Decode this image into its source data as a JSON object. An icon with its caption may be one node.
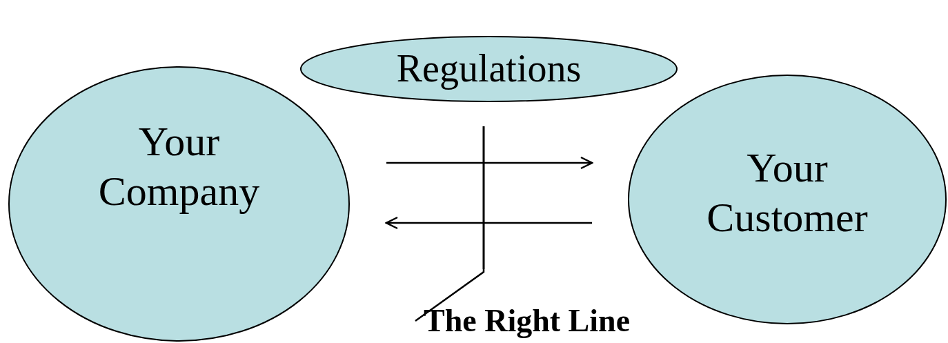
{
  "diagram": {
    "nodes": [
      {
        "text": [
          "Your Company"
        ]
      },
      {
        "text": [
          "Regulations"
        ]
      },
      {
        "text": [
          "Your Customer"
        ]
      },
      {
        "text": [],
        "shape": "line"
      },
      {
        "text": [
          "The Right Line"
        ]
      }
    ],
    "edges": [
      {
        "from": 0,
        "to": 2,
        "arrow": "to"
      },
      {
        "from": 2,
        "to": 0,
        "arrow": "to"
      },
      {
        "from": 4,
        "to": 3,
        "arrow": "none"
      }
    ]
  }
}
